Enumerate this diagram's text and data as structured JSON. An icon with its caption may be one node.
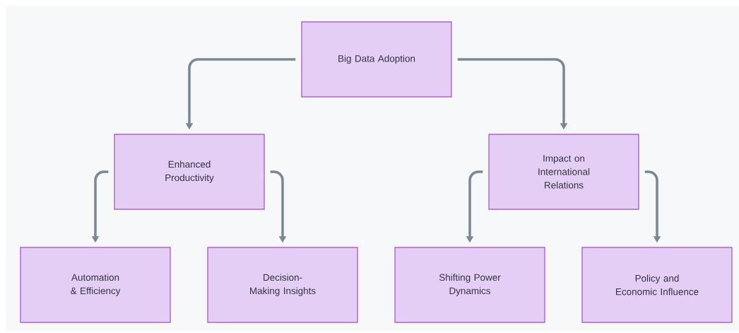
{
  "diagram": {
    "nodes": [
      {
        "text": [
          "Big Data Adoption"
        ]
      },
      {
        "text": [
          "Enhanced Productivity"
        ]
      },
      {
        "text": [
          "Impact on International Relations"
        ]
      },
      {
        "text": [
          "Automation & Efficiency"
        ]
      },
      {
        "text": [
          "Decision-Making Insights"
        ]
      },
      {
        "text": [
          "Shifting Power Dynamics"
        ]
      },
      {
        "text": [
          "Policy and Economic Influence"
        ]
      }
    ],
    "edges": [
      {
        "from": 0,
        "to": 1,
        "arrow": "to"
      },
      {
        "from": 0,
        "to": 2,
        "arrow": "to"
      },
      {
        "from": 1,
        "to": 3,
        "arrow": "to"
      },
      {
        "from": 1,
        "to": 4,
        "arrow": "to"
      },
      {
        "from": 2,
        "to": 5,
        "arrow": "to"
      },
      {
        "from": 2,
        "to": 6,
        "arrow": "to"
      }
    ]
  }
}
